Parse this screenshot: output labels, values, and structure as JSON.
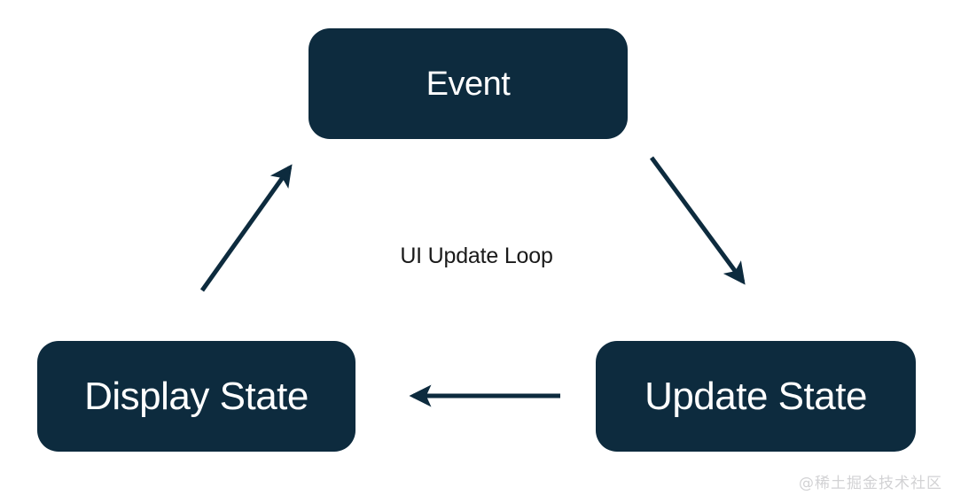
{
  "diagram": {
    "title": "UI Update Loop",
    "center_label": "UI Update Loop",
    "node_fill_color": "#0d2b3e",
    "node_text_color": "#ffffff",
    "arrow_color": "#0d2b3e",
    "background_color": "#ffffff",
    "nodes": [
      {
        "id": "event",
        "label": "Event"
      },
      {
        "id": "display-state",
        "label": "Display State"
      },
      {
        "id": "update-state",
        "label": "Update State"
      }
    ],
    "edges": [
      {
        "id": "event-to-update",
        "from": "Event",
        "to": "Update State",
        "direction": "down-right"
      },
      {
        "id": "update-to-display",
        "from": "Update State",
        "to": "Display State",
        "direction": "left"
      },
      {
        "id": "display-to-event",
        "from": "Display State",
        "to": "Event",
        "direction": "up-right"
      }
    ]
  },
  "watermark": {
    "text": "@稀土掘金技术社区",
    "color": "#d2d2d4"
  }
}
